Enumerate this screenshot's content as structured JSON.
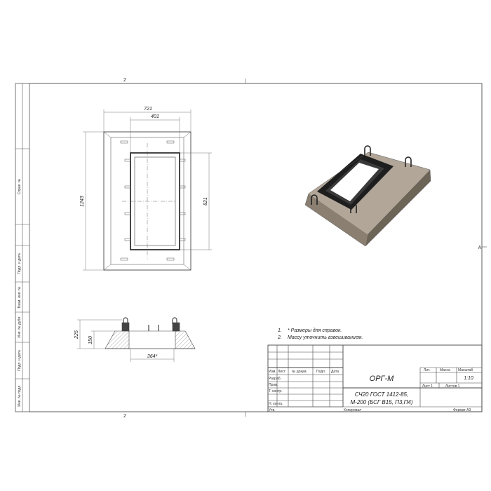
{
  "frame": {
    "zone_top": "2",
    "zone_bottom": "2",
    "zone_right": "A",
    "side_labels": [
      "Справ. №",
      "Подп. и дата",
      "Взам. инв. №",
      "Инв. № дубл.",
      "Подп. и дата",
      "Инв. № подл."
    ]
  },
  "plan_view": {
    "dim_overall_width": "721",
    "dim_inner_width": "401",
    "dim_overall_length": "1243",
    "dim_inner_length": "821"
  },
  "section_view": {
    "dim_height_total": "225",
    "dim_height_base": "150",
    "dim_inner": "364*"
  },
  "notes": [
    {
      "num": "1.",
      "text": "* Размеры для справок."
    },
    {
      "num": "2.",
      "text": "Массу уточнить взвешиванием."
    }
  ],
  "title_block": {
    "designation": "ОРГ-М",
    "material_line1": "СЧ20 ГОСТ 1412-85,",
    "material_line2": "М-200 (БСГ В15, П3,П4)",
    "col_headers": [
      "Изм.",
      "Лист",
      "№ докум.",
      "Подп.",
      "Дата"
    ],
    "row_labels": [
      "Разраб.",
      "Пров.",
      "Т. контр.",
      "",
      "Н. контр.",
      "Утв."
    ],
    "lit_label": "Лит.",
    "mass_label": "Масса",
    "scale_label": "Масштаб",
    "scale_value": "1:10",
    "sheet_label": "Лист 1",
    "sheets_label": "Листов 1",
    "copied_label": "Копировал",
    "format_label": "Формат А3"
  }
}
